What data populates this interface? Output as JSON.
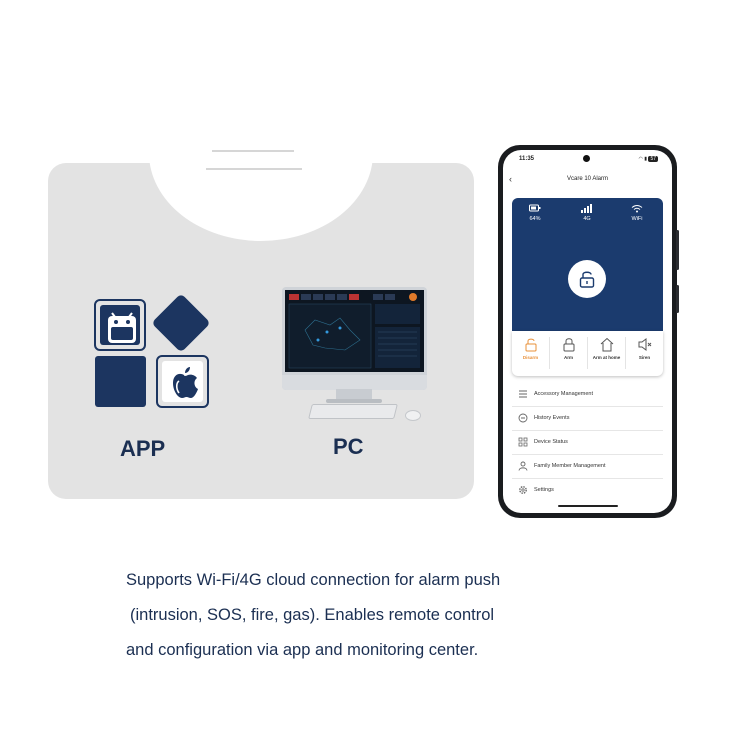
{
  "labels": {
    "app": "APP",
    "pc": "PC"
  },
  "phone": {
    "status_time": "11:35",
    "battery_badge": "57",
    "app_title": "Vcare 10 Alarm",
    "stats": [
      {
        "icon": "battery-icon",
        "value": "64%"
      },
      {
        "icon": "signal-bars-icon",
        "value": "4G"
      },
      {
        "icon": "wifi-icon",
        "value": "WiFi"
      }
    ],
    "modes": [
      {
        "icon": "unlock-icon",
        "label": "Disarm",
        "active": true
      },
      {
        "icon": "lock-icon",
        "label": "Arm",
        "active": false
      },
      {
        "icon": "home-icon",
        "label": "Arm at home",
        "active": false
      },
      {
        "icon": "speaker-mute-icon",
        "label": "Siren",
        "active": false
      }
    ],
    "menu": [
      {
        "icon": "list-icon",
        "label": "Accessory Management"
      },
      {
        "icon": "history-icon",
        "label": "History Events"
      },
      {
        "icon": "grid-icon",
        "label": "Device Status"
      },
      {
        "icon": "person-icon",
        "label": "Family Member Management"
      },
      {
        "icon": "gear-icon",
        "label": "Settings"
      }
    ]
  },
  "description": {
    "line1": "Supports Wi-Fi/4G cloud connection for alarm push",
    "line2": "(intrusion, SOS, fire, gas). Enables remote control",
    "line3": "and configuration via app and monitoring center."
  },
  "colors": {
    "navy": "#1b3b6e",
    "accent_orange": "#e8903a",
    "card_gray": "#e3e3e3"
  }
}
